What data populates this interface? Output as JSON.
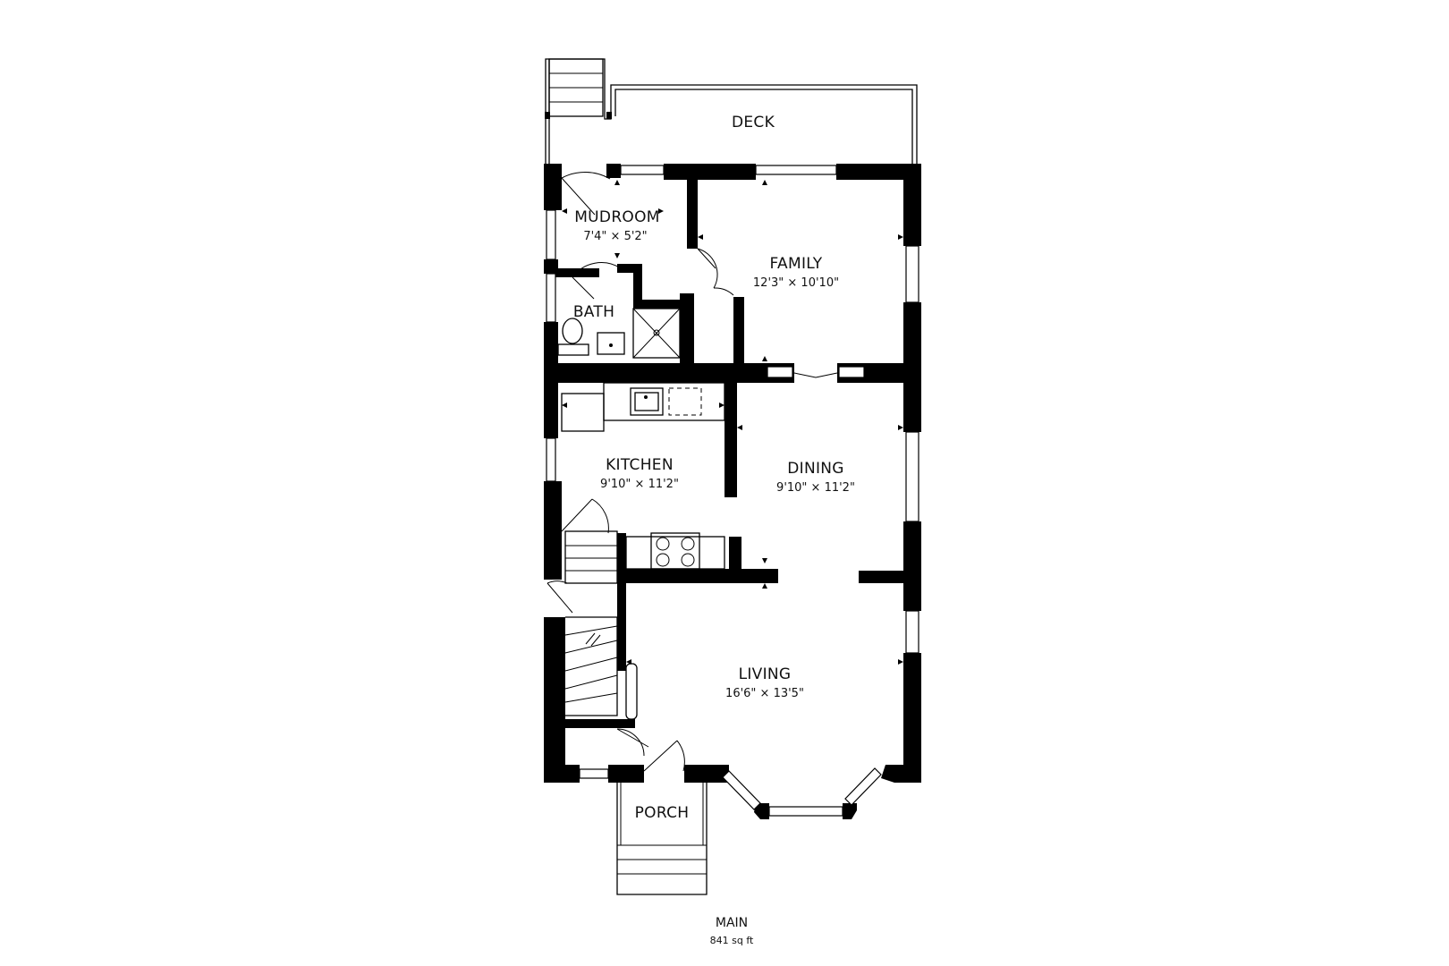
{
  "plan": {
    "level_name": "MAIN",
    "level_area": "841 sq ft"
  },
  "rooms": {
    "deck": {
      "name": "DECK"
    },
    "mudroom": {
      "name": "MUDROOM",
      "dims": "7'4\" × 5'2\""
    },
    "bath": {
      "name": "BATH"
    },
    "family": {
      "name": "FAMILY",
      "dims": "12'3\" × 10'10\""
    },
    "kitchen": {
      "name": "KITCHEN",
      "dims": "9'10\" × 11'2\""
    },
    "dining": {
      "name": "DINING",
      "dims": "9'10\" × 11'2\""
    },
    "living": {
      "name": "LIVING",
      "dims": "16'6\" × 13'5\""
    },
    "porch": {
      "name": "PORCH"
    }
  },
  "colors": {
    "wall": "#000000",
    "background": "#ffffff"
  }
}
